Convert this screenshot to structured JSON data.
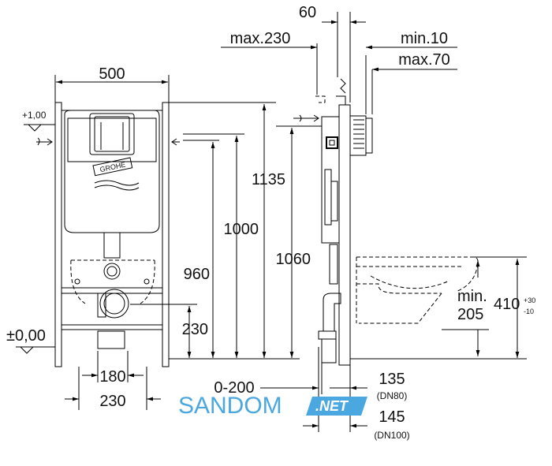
{
  "front_view": {
    "width": "500",
    "height_1135": "1135",
    "height_1000": "1000",
    "height_960": "960",
    "height_230": "230",
    "level_top": "+1,00",
    "level_zero": "±0,00",
    "spacing_180": "180",
    "spacing_230": "230",
    "brand_logo": "GROHE"
  },
  "side_view": {
    "depth_60": "60",
    "max_230": "max.230",
    "min_10": "min.10",
    "max_70": "max.70",
    "height_1060": "1060",
    "min_label": "min.",
    "min_205": "205",
    "height_410": "410",
    "tol_plus": "+30",
    "tol_minus": "-10",
    "range_0_200": "0-200",
    "dim_135": "135",
    "dn80": "(DN80)",
    "dim_145": "145",
    "dn100": "(DN100)"
  },
  "watermark": {
    "text": "SANDOM",
    "suffix": ".NET"
  }
}
